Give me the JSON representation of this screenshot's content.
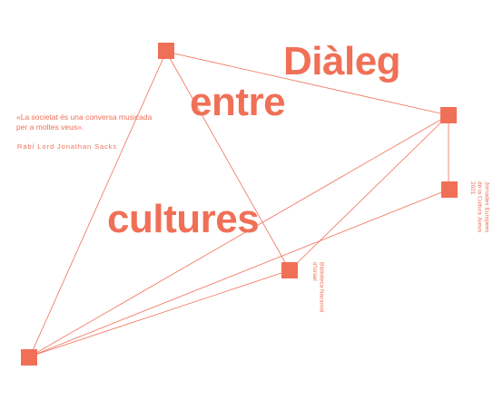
{
  "title": {
    "line1": "Diàleg",
    "line2": "entre",
    "line3": "cultures"
  },
  "quote": {
    "text": "«La societat és una conversa musicada per a moltes veus».",
    "author": "Rabí Lord Jonathan Sacks"
  },
  "venue": {
    "line1": "Biblioteca Nacional",
    "line2": "d'Israel"
  },
  "event": {
    "line1": "Jornades Europees",
    "line2": "de la Cultura Jueva",
    "line3": "2021"
  },
  "colors": {
    "accent": "#f07057",
    "background": "#ffffff"
  }
}
